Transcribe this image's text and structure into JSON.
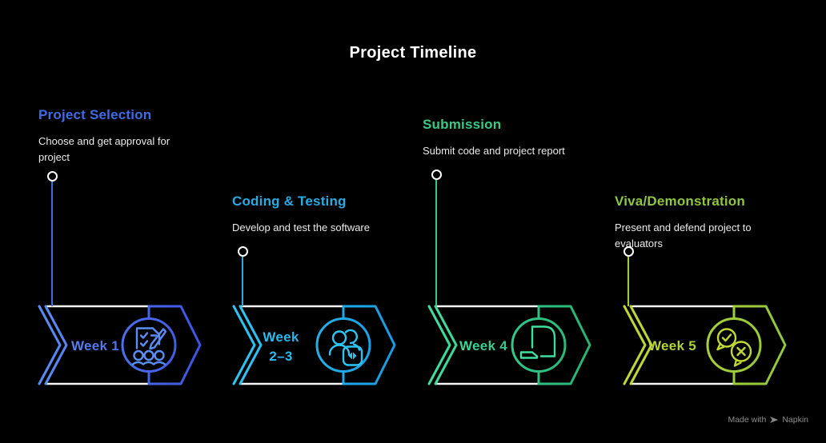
{
  "title": "Project Timeline",
  "background_color": "#000000",
  "body_line_color": "#f4f4f4",
  "description_text_color": "#eaeaea",
  "phases": [
    {
      "heading": "Project Selection",
      "description": "Choose and get approval for project",
      "week_lines": [
        "Week 1"
      ],
      "icon": "approval-checklist-icon",
      "colors": {
        "heading": "#3d6ce4",
        "connector": "#3d6ce4",
        "gradient_start": "#5b8ff6",
        "gradient_end": "#3c52e2"
      }
    },
    {
      "heading": "Coding & Testing",
      "description": "Develop and test the software",
      "week_lines": [
        "Week",
        "2–3"
      ],
      "icon": "pair-programming-icon",
      "colors": {
        "heading": "#29abe2",
        "connector": "#29abe2",
        "gradient_start": "#2ec7f4",
        "gradient_end": "#189ae0"
      }
    },
    {
      "heading": "Submission",
      "description": "Submit code and project report",
      "week_lines": [
        "Week 4"
      ],
      "icon": "document-upload-icon",
      "colors": {
        "heading": "#38c987",
        "connector": "#31c687",
        "gradient_start": "#41dfa0",
        "gradient_end": "#25b273"
      }
    },
    {
      "heading": "Viva/Demonstration",
      "description": "Present and defend project to evaluators",
      "week_lines": [
        "Week 5"
      ],
      "icon": "qa-speech-bubbles-icon",
      "colors": {
        "heading": "#8ec63f",
        "connector": "#a3ce37",
        "gradient_start": "#c3d833",
        "gradient_end": "#8fc73d"
      }
    }
  ],
  "watermark": {
    "made_with": "Made with",
    "brand": "Napkin"
  }
}
